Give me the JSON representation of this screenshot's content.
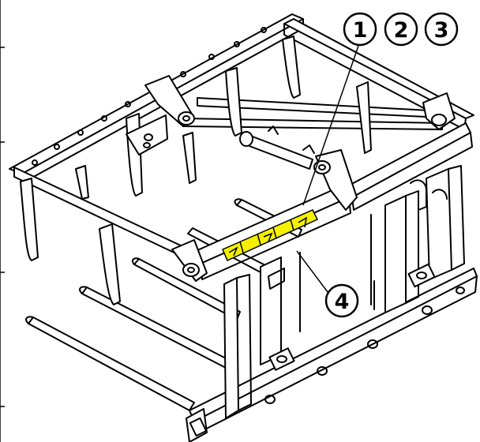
{
  "figure": {
    "subject": "bale-fork-frame-illustration",
    "colors": {
      "line": "#000000",
      "paper": "#ffffff",
      "decal_fill": "#f4f000"
    },
    "callouts": [
      {
        "id": "c1",
        "label": "1"
      },
      {
        "id": "c2",
        "label": "2"
      },
      {
        "id": "c3",
        "label": "3"
      },
      {
        "id": "c4",
        "label": "4"
      }
    ]
  }
}
